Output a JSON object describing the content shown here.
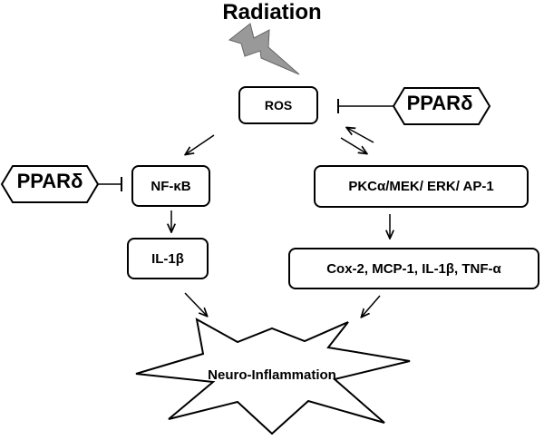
{
  "title": "Radiation",
  "nodes": {
    "ros": "ROS",
    "nfkb": "NF-κB",
    "il1b": "IL-1β",
    "pkc": "PKCα/MEK/ ERK/ AP-1",
    "cox2": "Cox-2, MCP-1, IL-1β, TNF-α",
    "neuro": "Neuro-Inflammation"
  },
  "inhibitors": {
    "right": "PPARδ",
    "left": "PPARδ"
  },
  "colors": {
    "lightning": "#999999",
    "stroke": "#000000"
  },
  "icons": {
    "radiation_symbol": "lightning-bolt-icon",
    "outcome_shape": "starburst-explosion"
  }
}
